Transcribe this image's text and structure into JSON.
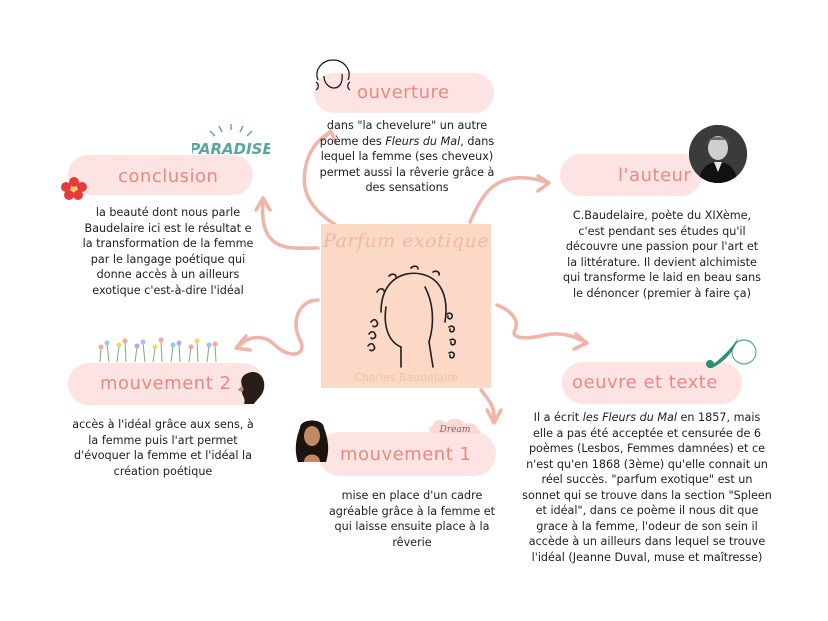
{
  "center": {
    "title": "Parfum exotique",
    "author": "Charles Baudelaire"
  },
  "nodes": {
    "ouverture": {
      "title": "ouverture",
      "text_a": "dans \"la chevelure\" un autre poème des ",
      "text_em": "Fleurs du Mal",
      "text_b": ", dans lequel la femme (ses cheveux) permet aussi la rêverie grâce à des sensations"
    },
    "conclusion": {
      "title": "conclusion",
      "text": "la beauté dont nous parle Baudelaire ici est le résultat e la transformation de la femme par le langage poétique qui donne accès à un ailleurs exotique c'est-à-dire l'idéal"
    },
    "auteur": {
      "title": "l'auteur",
      "text": "C.Baudelaire, poète du XIXème, c'est pendant ses études qu'il découvre une passion pour l'art et la littérature. Il devient alchimiste qui transforme le laid en beau sans le dénoncer (premier à faire ça)"
    },
    "mouvement2": {
      "title": "mouvement 2",
      "text": "accès à l'idéal grâce aux sens, à la femme puis l'art permet d'évoquer la femme et l'idéal la création poétique"
    },
    "mouvement1": {
      "title": "mouvement 1",
      "text": "mise en place d'un cadre agréable grâce à la femme et qui laisse ensuite place à la rêverie"
    },
    "oeuvre": {
      "title": "oeuvre et texte",
      "text_a": "Il a écrit ",
      "text_em": "les Fleurs du Mal",
      "text_b": " en 1857, mais elle a pas été acceptée et censurée de 6 poèmes (Lesbos, Femmes damnées) et ce n'est qu'en 1868 (3ème) qu'elle connait un réel succès. \"parfum exotique\" est un  sonnet qui se trouve dans la section \"Spleen et idéal\", dans ce poème il nous dit que grace à la femme, l'odeur de son sein il accède à un ailleurs dans lequel se trouve l'idéal  (Jeanne Duval, muse et maîtresse)"
    }
  },
  "stickers": {
    "paradise": "PARADISE",
    "dream": "Dream"
  },
  "colors": {
    "accent": "#e88a82",
    "pill": "#fde3e1",
    "center": "#fbd9c6",
    "arrow": "#f0b4a8"
  },
  "icons": [
    "woman-face-icon",
    "paradise-sticker-icon",
    "hibiscus-icon",
    "portrait-photo-icon",
    "flowers-icon",
    "woman-profile-icon",
    "woman-curly-hair-icon",
    "dream-cloud-icon",
    "quill-icon"
  ]
}
